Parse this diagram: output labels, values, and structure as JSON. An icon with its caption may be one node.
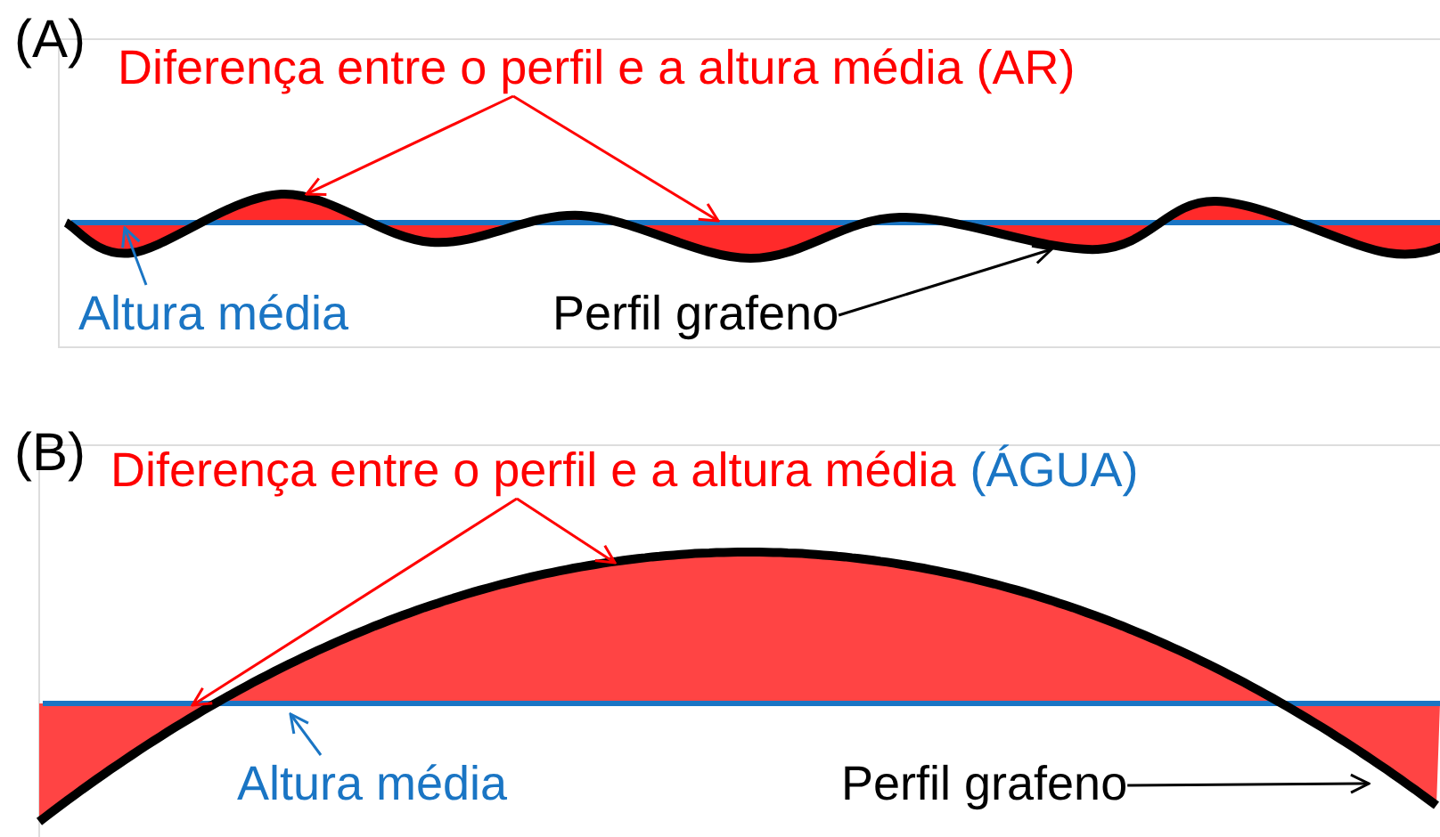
{
  "diagram": {
    "nodes": [
      {
        "text": [
          "Diferença entre o perfil e a altura média (AR)"
        ]
      },
      {
        "text": [
          "Altura média"
        ]
      },
      {
        "text": [
          "Perfil grafeno"
        ]
      },
      {
        "text": [
          "Diferença entre o perfil e a altura média",
          "(ÁGUA)"
        ]
      },
      {
        "text": [
          "Altura média"
        ]
      },
      {
        "text": [
          "Perfil grafeno"
        ]
      },
      {
        "text": [],
        "shape": "picture"
      },
      {
        "text": [],
        "shape": "picture"
      }
    ],
    "edges": [
      {
        "from": 0,
        "to": 6,
        "arrow": "to",
        "color": "#ff0000"
      },
      {
        "from": 0,
        "to": 6,
        "arrow": "to",
        "color": "#ff0000"
      },
      {
        "from": 1,
        "to": 6,
        "arrow": "to",
        "color": "#1a75c4"
      },
      {
        "from": 2,
        "to": 6,
        "arrow": "to",
        "color": "#000000"
      },
      {
        "from": 3,
        "to": 7,
        "arrow": "to",
        "color": "#ff0000"
      },
      {
        "from": 3,
        "to": 7,
        "arrow": "to",
        "color": "#ff0000"
      },
      {
        "from": 4,
        "to": 7,
        "arrow": "to",
        "color": "#1a75c4"
      },
      {
        "from": 5,
        "to": 7,
        "arrow": "to",
        "color": "#000000"
      }
    ],
    "labels": [
      "(A)",
      "(B)"
    ]
  }
}
